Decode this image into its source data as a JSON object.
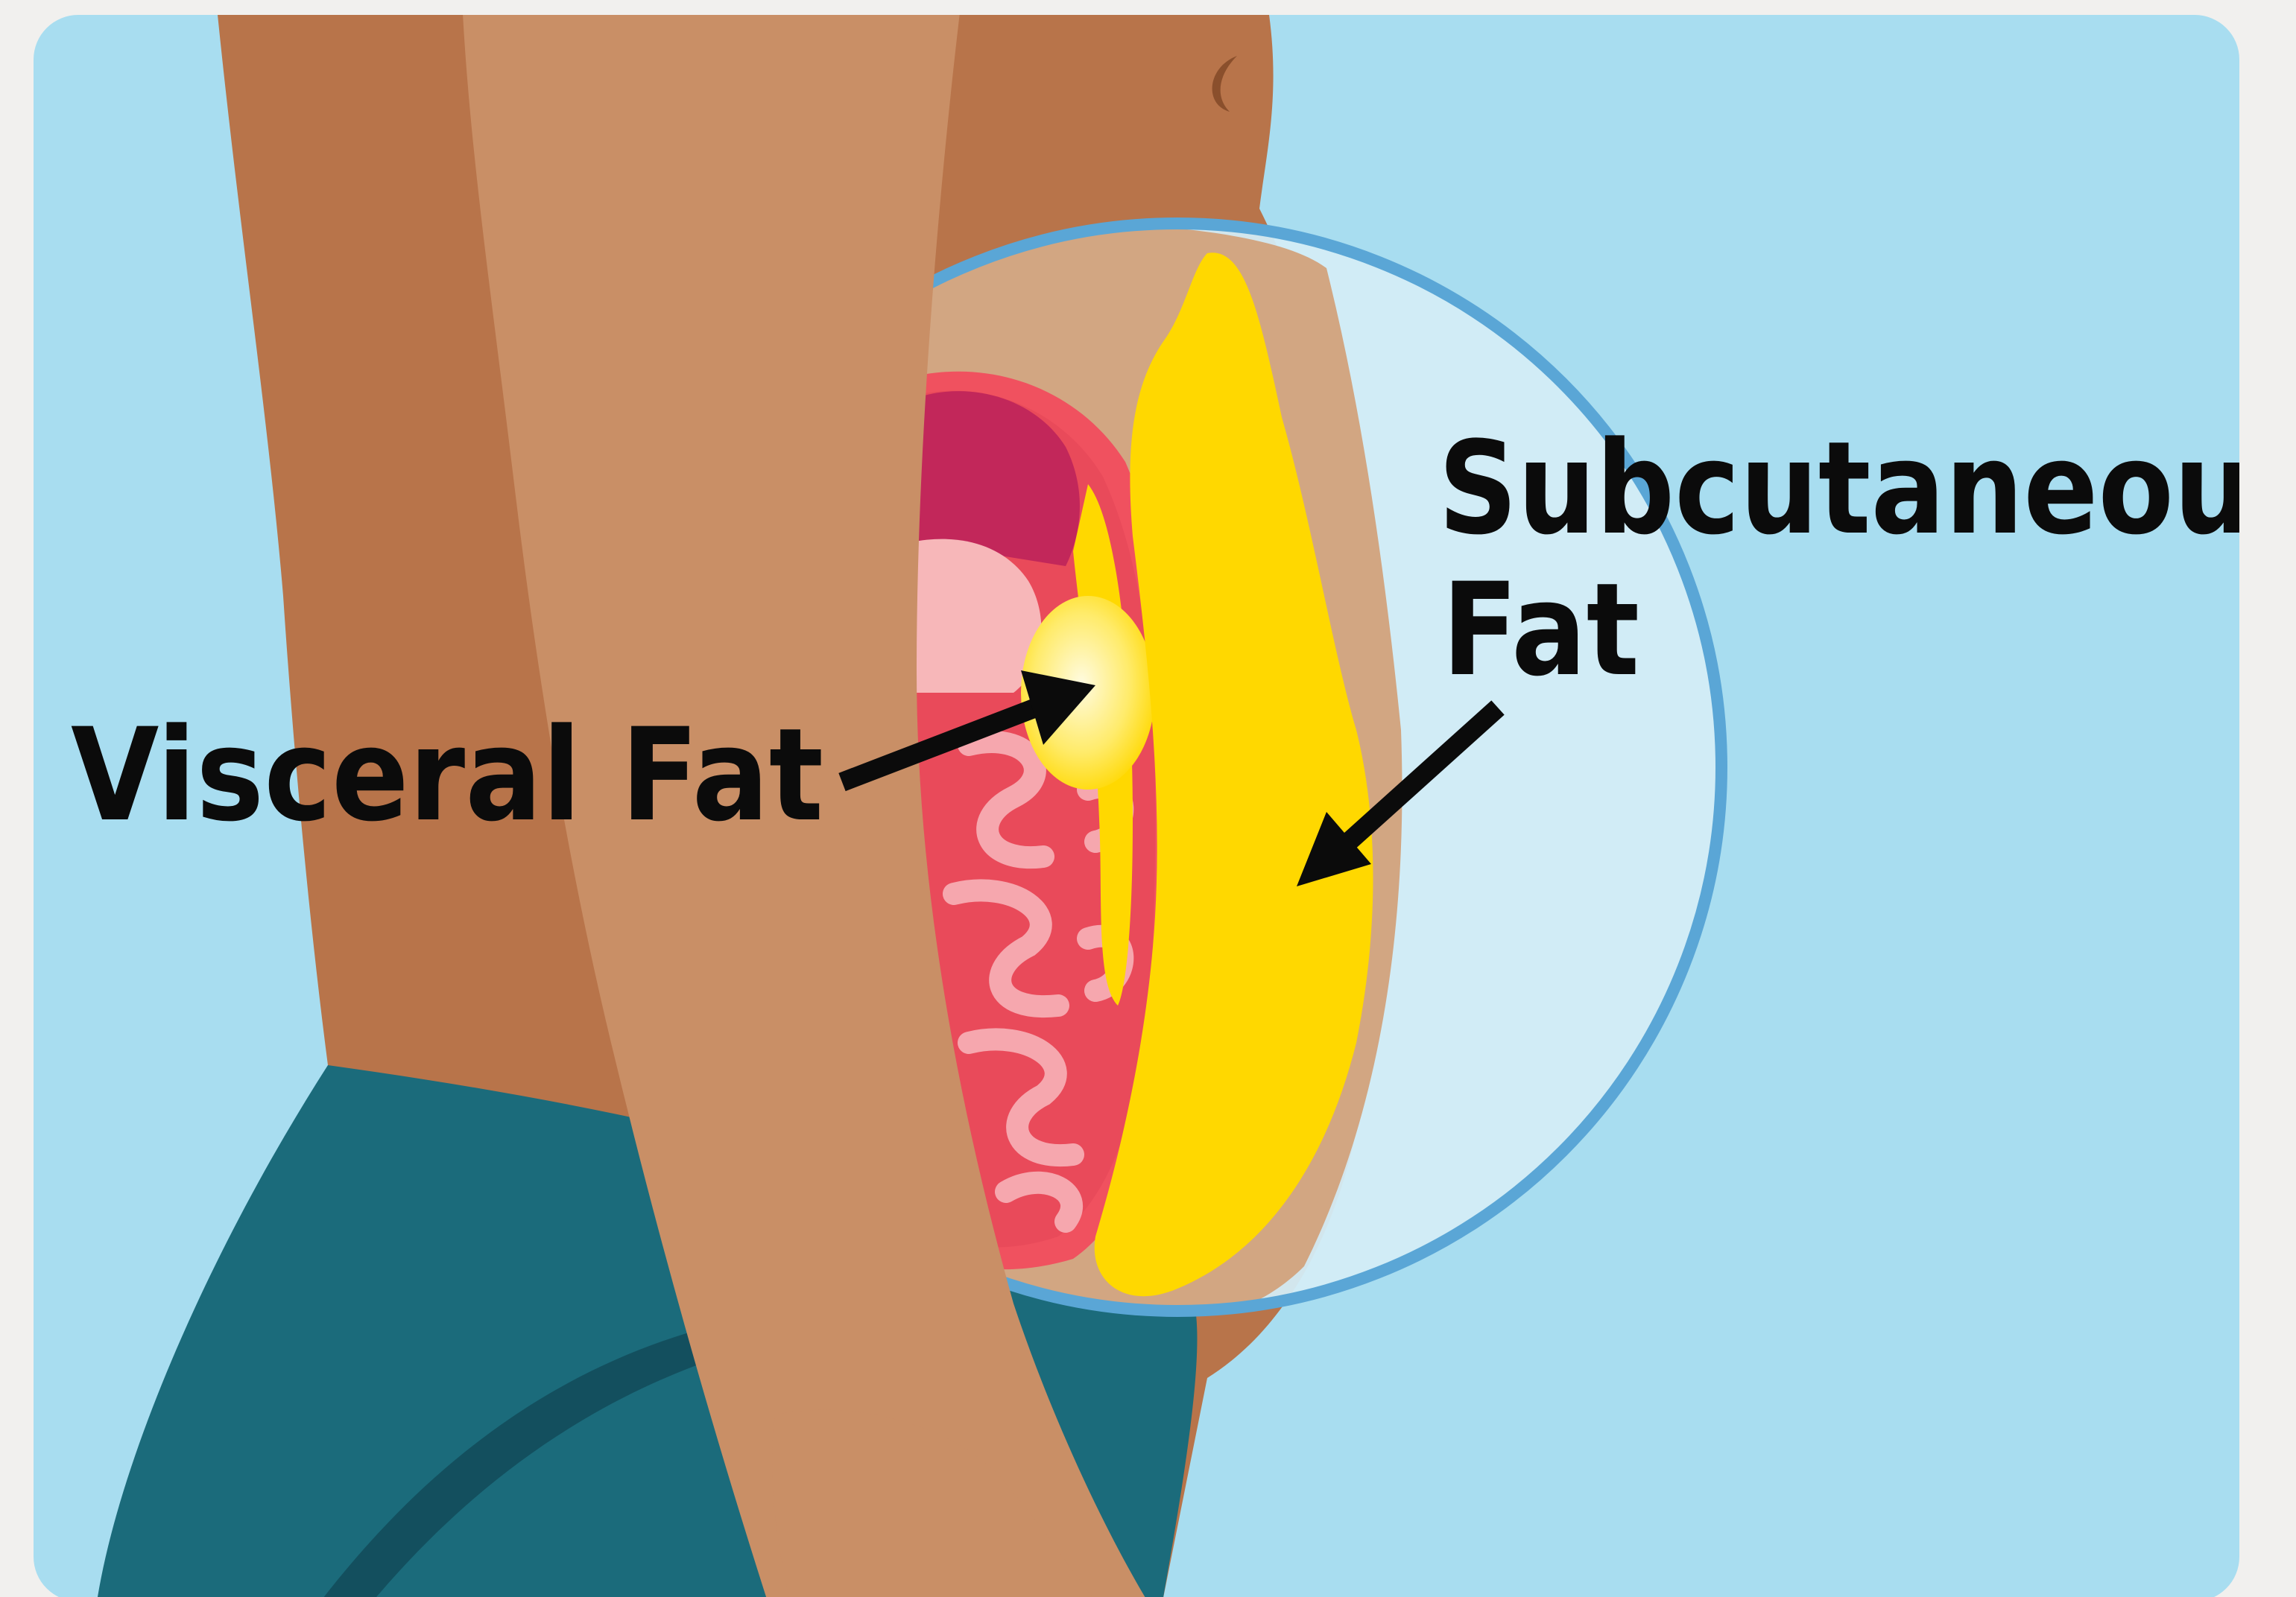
{
  "diagram": {
    "labels": {
      "visceral": "Visceral Fat",
      "subcutaneous_line1": "Subcutaneous",
      "subcutaneous_line2": "Fat"
    },
    "colors": {
      "background": "#a8ddf0",
      "frame": "#f1f0ee",
      "skin_dark": "#b8744a",
      "skin_light": "#c98f66",
      "underwear": "#1b6b7b",
      "magnifier_rim": "#5aa6d6",
      "subcutaneous_fat": "#ffd800",
      "visceral_fat": "#fff07a",
      "intestines": "#e94a5a",
      "intestine_loops": "#f6a7ae",
      "stomach": "#c2275a",
      "arrow": "#0b0b0b"
    }
  }
}
